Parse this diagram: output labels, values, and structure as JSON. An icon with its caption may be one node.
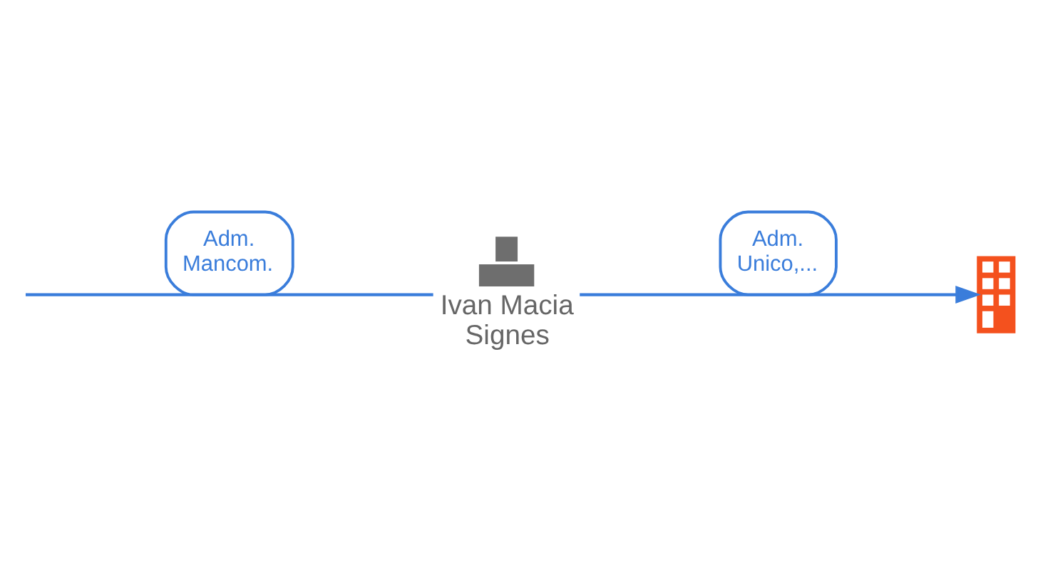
{
  "diagram": {
    "nodes": [
      {
        "text": [],
        "shape": "building"
      },
      {
        "text": [
          "Ivan Macia Signes"
        ]
      }
    ],
    "edges": [
      {
        "from": null,
        "to": 1,
        "arrow": "none",
        "label": "Adm. Mancom."
      },
      {
        "from": 1,
        "to": 0,
        "arrow": "to",
        "label": "Adm. Unico,..."
      }
    ]
  }
}
